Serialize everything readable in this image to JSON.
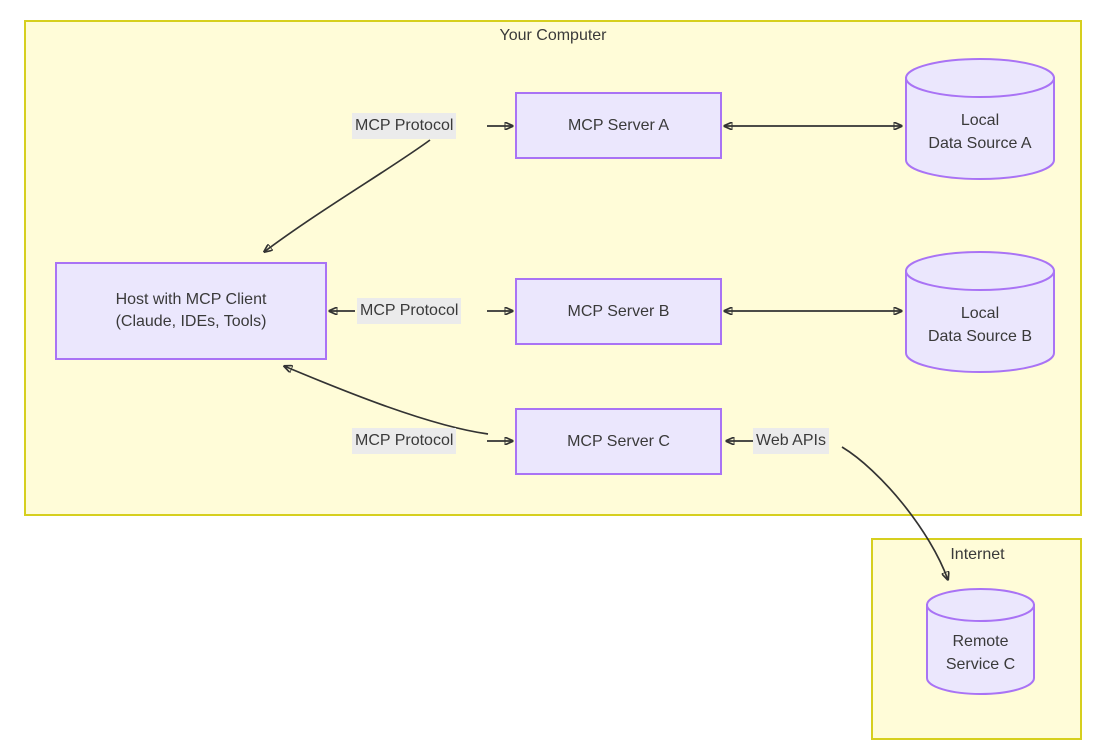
{
  "diagram": {
    "title_visible": false,
    "groups": [
      {
        "id": "your-computer",
        "label": "Your Computer"
      },
      {
        "id": "internet",
        "label": "Internet"
      }
    ],
    "nodes": {
      "host": {
        "line1": "Host with MCP Client",
        "line2": "(Claude, IDEs, Tools)"
      },
      "server_a": {
        "label": "MCP Server A"
      },
      "server_b": {
        "label": "MCP Server B"
      },
      "server_c": {
        "label": "MCP Server C"
      },
      "data_source_a": {
        "line1": "Local",
        "line2": "Data Source A"
      },
      "data_source_b": {
        "line1": "Local",
        "line2": "Data Source B"
      },
      "remote_service_c": {
        "line1": "Remote",
        "line2": "Service C"
      }
    },
    "edge_labels": {
      "mcp_protocol_a": "MCP Protocol",
      "mcp_protocol_b": "MCP Protocol",
      "mcp_protocol_c": "MCP Protocol",
      "web_apis": "Web APIs"
    },
    "colors": {
      "group_fill": "#fffcd8",
      "group_stroke": "#d6cf1e",
      "node_fill": "#ebe7fd",
      "node_stroke": "#a973f5",
      "edge_label_fill": "#ebebeb",
      "text": "#3a3a3a",
      "arrow": "#333333",
      "page_background": "#ffffff"
    }
  }
}
